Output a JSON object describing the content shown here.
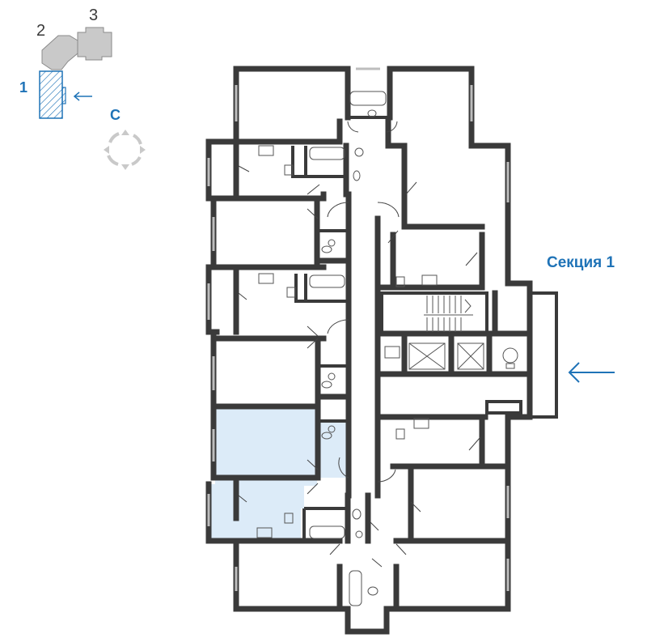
{
  "section_label": "Секция 1",
  "key_plan": {
    "sections": [
      {
        "number": "1",
        "active": true
      },
      {
        "number": "2",
        "active": false
      },
      {
        "number": "3",
        "active": false
      }
    ]
  },
  "compass": {
    "north_letter": "С"
  },
  "colors": {
    "accent": "#1f73b7",
    "wall": "#3a3a3a",
    "highlight": "#dcebf8",
    "inactive_building": "#c9c9c9"
  },
  "icons": {
    "entrance": "arrow-left-icon",
    "key_pointer": "arrow-left-icon",
    "compass": "compass-icon"
  }
}
